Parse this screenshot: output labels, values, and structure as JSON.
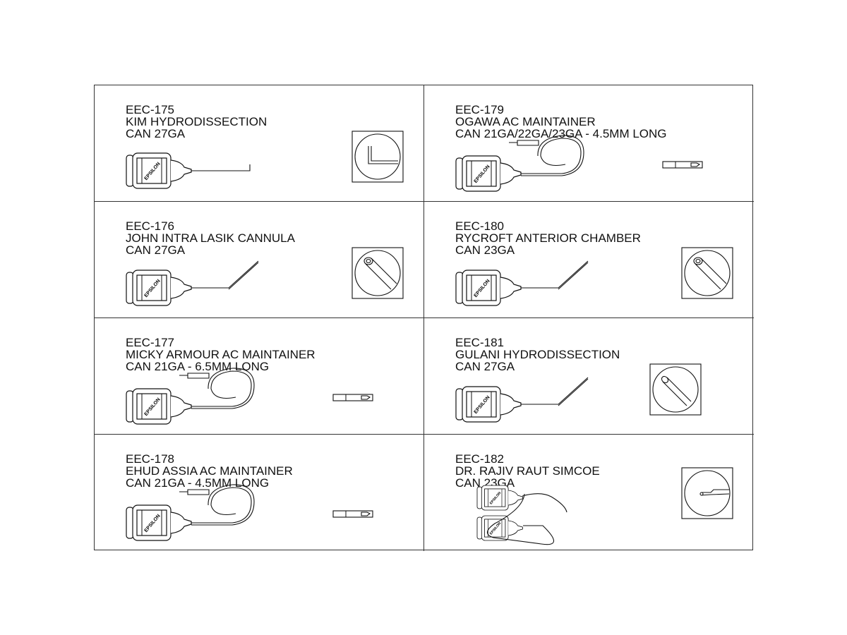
{
  "products": [
    {
      "code": "EEC-175",
      "name": "KIM HYDRODISSECTION",
      "spec": "CAN 27GA",
      "drawing": "hook",
      "detail": "hook-tip"
    },
    {
      "code": "EEC-179",
      "name": "OGAWA AC MAINTAINER",
      "spec": "CAN 21GA/22GA/23GA - 4.5MM LONG",
      "drawing": "coil",
      "detail": "cannula-tip"
    },
    {
      "code": "EEC-176",
      "name": "JOHN INTRA LASIK CANNULA",
      "spec": "CAN 27GA",
      "drawing": "angled",
      "detail": "open-tip"
    },
    {
      "code": "EEC-180",
      "name": "RYCROFT ANTERIOR CHAMBER",
      "spec": "CAN 23GA",
      "drawing": "angled",
      "detail": "open-tip"
    },
    {
      "code": "EEC-177",
      "name": "MICKY ARMOUR AC MAINTAINER",
      "spec": "CAN 21GA - 6.5MM LONG",
      "drawing": "coil",
      "detail": "cannula-tip"
    },
    {
      "code": "EEC-181",
      "name": "GULANI HYDRODISSECTION",
      "spec": "CAN 27GA",
      "drawing": "angled",
      "detail": "round-tip"
    },
    {
      "code": "EEC-178",
      "name": "EHUD ASSIA AC MAINTAINER",
      "spec": "CAN 21GA - 4.5MM LONG",
      "drawing": "coil",
      "detail": "cannula-tip"
    },
    {
      "code": "EEC-182",
      "name": "DR. RAJIV RAUT SIMCOE",
      "spec": "CAN 23GA",
      "drawing": "double",
      "detail": "simcoe-tip"
    }
  ],
  "hub_logo": "EPSILON"
}
